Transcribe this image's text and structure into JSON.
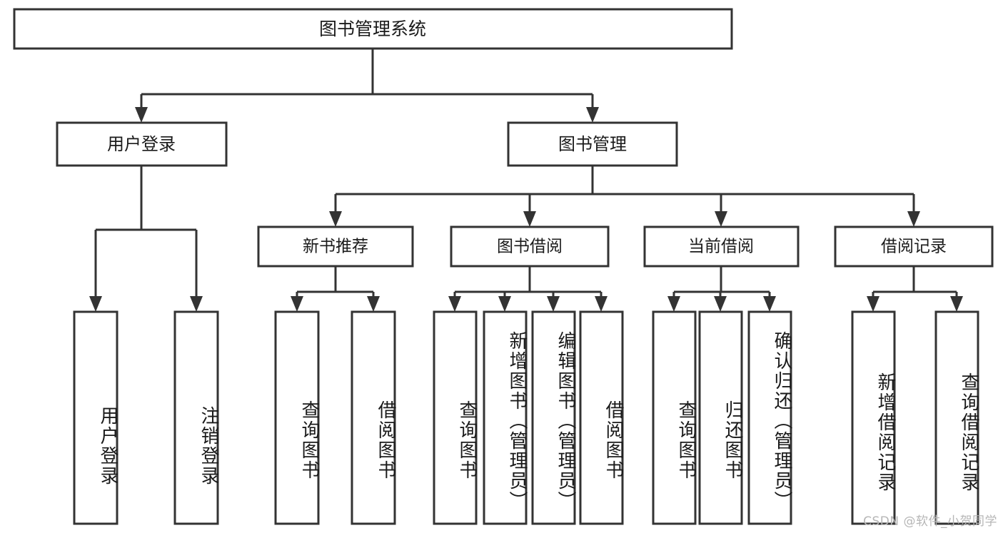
{
  "diagram": {
    "title": "图书管理系统",
    "type": "tree",
    "orientation": "top-down",
    "colors": {
      "box_stroke": "#333333",
      "box_fill": "#ffffff",
      "text": "#1a1a1a",
      "edge": "#333333",
      "watermark": "#b6b6b6",
      "background": "#ffffff"
    },
    "root": {
      "label": "图书管理系统"
    },
    "level1": [
      {
        "label": "用户登录"
      },
      {
        "label": "图书管理"
      }
    ],
    "level2": [
      {
        "label": "新书推荐"
      },
      {
        "label": "图书借阅"
      },
      {
        "label": "当前借阅"
      },
      {
        "label": "借阅记录"
      }
    ],
    "leaves": {
      "user_login": [
        {
          "label": "用户登录"
        },
        {
          "label": "注销登录"
        }
      ],
      "new_book_recommend": [
        {
          "label": "查询图书"
        },
        {
          "label": "借阅图书"
        }
      ],
      "book_borrow": [
        {
          "label": "查询图书"
        },
        {
          "label": "新增图书（管理员）"
        },
        {
          "label": "编辑图书（管理员）"
        },
        {
          "label": "借阅图书"
        }
      ],
      "current_borrow": [
        {
          "label": "查询图书"
        },
        {
          "label": "归还图书"
        },
        {
          "label": "确认归还（管理员）"
        }
      ],
      "borrow_record": [
        {
          "label": "新增借阅记录"
        },
        {
          "label": "查询借阅记录"
        }
      ]
    },
    "watermark": "CSDN @软件_小贺同学"
  }
}
